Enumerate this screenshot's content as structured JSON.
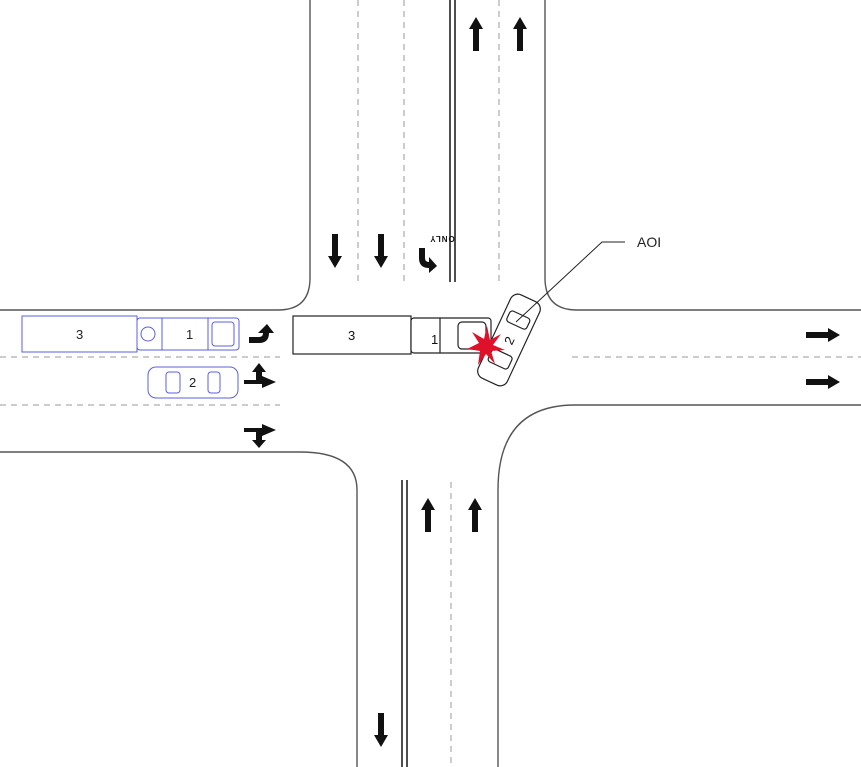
{
  "diagram": {
    "aoi_label": "AOI",
    "only_marking": "ONLY",
    "vehicles": {
      "v1_label": "1",
      "v2_label": "2",
      "v3_label": "3"
    },
    "colors": {
      "pre_impact_outline": "#5a5fe0",
      "impact_star": "#e0102a",
      "road_edge": "#555555"
    }
  }
}
